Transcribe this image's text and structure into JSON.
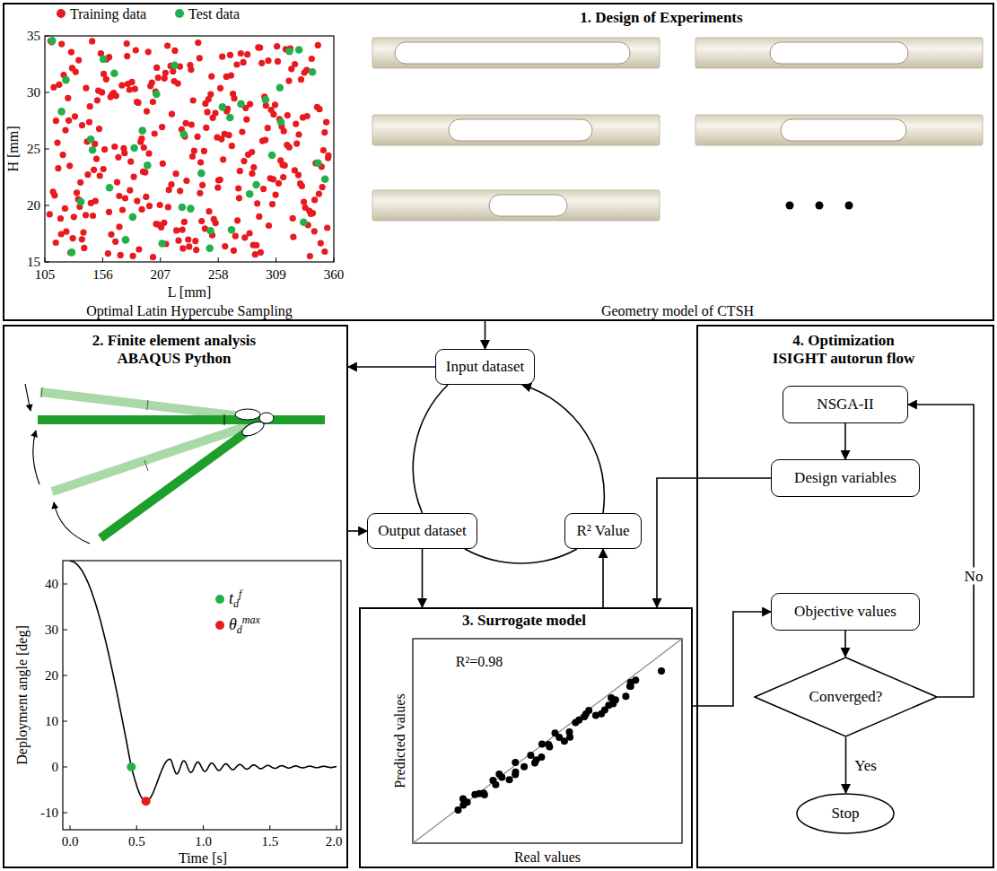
{
  "diagram": {
    "nodes": [
      {
        "text": [
          "1. Design of Experiments"
        ]
      },
      {
        "text": [
          "2. Finite element analysis ABAQUS Python"
        ]
      },
      {
        "text": [
          "Input dataset"
        ]
      },
      {
        "text": [
          "Output dataset"
        ]
      },
      {
        "text": [
          "R² Value"
        ]
      },
      {
        "text": [
          "3. Surrogate model"
        ]
      },
      {
        "text": [
          "4. Optimization ISIGHT autorun flow"
        ]
      },
      {
        "text": [
          "NSGA-II"
        ],
        "in": 6
      },
      {
        "text": [
          "Design variables"
        ],
        "in": 6
      },
      {
        "text": [
          "Objective values"
        ],
        "in": 6
      },
      {
        "text": [
          "Converged?"
        ],
        "in": 6
      },
      {
        "text": [
          "Stop"
        ],
        "in": 6
      }
    ],
    "edges": [
      {
        "from": 0,
        "to": 2,
        "arrow": "to"
      },
      {
        "from": 2,
        "to": 1,
        "arrow": "to"
      },
      {
        "from": 1,
        "to": 3,
        "arrow": "to"
      },
      {
        "from": 3,
        "to": 5,
        "arrow": "to"
      },
      {
        "from": 5,
        "to": 4,
        "arrow": "to"
      },
      {
        "from": 2,
        "to": 3,
        "arrow": "none"
      },
      {
        "from": 3,
        "to": 4,
        "arrow": "none"
      },
      {
        "from": 4,
        "to": 2,
        "arrow": "to"
      },
      {
        "from": 5,
        "to": 9,
        "arrow": "to"
      },
      {
        "from": 8,
        "to": 5,
        "arrow": "to"
      },
      {
        "from": 7,
        "to": 8,
        "arrow": "to"
      },
      {
        "from": 9,
        "to": 10,
        "arrow": "to"
      },
      {
        "from": 10,
        "to": 11,
        "arrow": "to",
        "label": "Yes"
      },
      {
        "from": 10,
        "to": 7,
        "arrow": "to",
        "label": "No"
      }
    ],
    "labels": [
      "H [mm]",
      "35",
      "30",
      "25",
      "20",
      "15",
      "105",
      "156",
      "207",
      "258",
      "309",
      "360",
      "L [mm]",
      "Optimal Latin Hypercube Sampling",
      "Geometry model of CTSH",
      "Deployment angle [deg]",
      "40",
      "30",
      "20",
      "10",
      "0",
      "-10",
      "0.0",
      "0.5",
      "1.0",
      "1.5",
      "2.0",
      "Time [s]",
      "R²=0.98",
      "Predicted values",
      "Real values"
    ],
    "legend": [
      {
        "text": "Training data",
        "color": "#e8191f"
      },
      {
        "text": "Test data",
        "color": "#22b04a"
      },
      {
        "text": "tdf",
        "color": "#22b04a"
      },
      {
        "text": "θdmax",
        "color": "#e8191f"
      }
    ]
  }
}
